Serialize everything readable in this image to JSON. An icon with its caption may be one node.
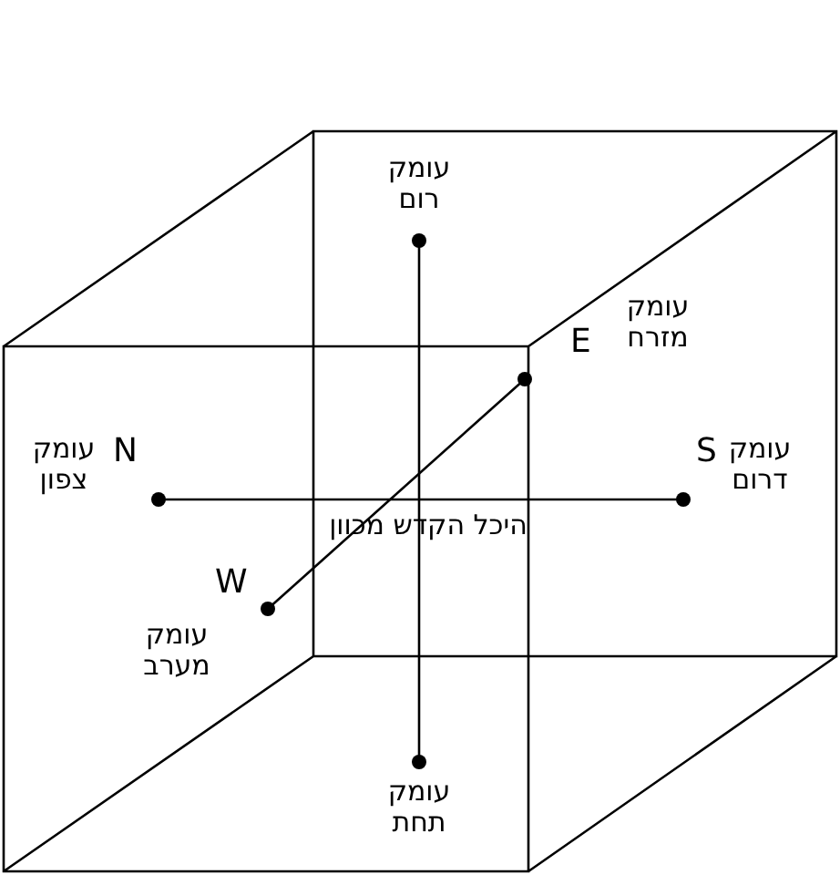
{
  "diagram": {
    "nodes": [
      {
        "text": [
          "עומק רום"
        ]
      },
      {
        "text": [
          "עומק מזרח"
        ],
        "beside": [
          "E"
        ]
      },
      {
        "text": [
          "עומק צפון"
        ],
        "beside": [
          "N"
        ]
      },
      {
        "text": [
          "עומק דרום"
        ],
        "beside": [
          "S"
        ]
      },
      {
        "text": [
          "עומק מערב"
        ],
        "beside": [
          "W"
        ]
      },
      {
        "text": [
          "עומק תחת"
        ]
      }
    ],
    "edges": [
      {
        "from": 0,
        "to": 5,
        "arrow": "none"
      },
      {
        "from": 2,
        "to": 3,
        "arrow": "none"
      },
      {
        "from": 1,
        "to": 4,
        "arrow": "none"
      }
    ],
    "labels": [
      "היכל הקדש מכוון"
    ]
  }
}
